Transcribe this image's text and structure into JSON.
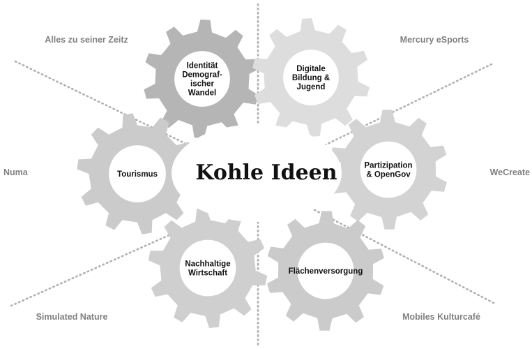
{
  "title": "Kohle Ideen",
  "gears": [
    {
      "id": "identitaet",
      "lines": [
        "Identität",
        "Demograf-",
        "ischer",
        "Wandel"
      ],
      "color": "#b5b5b5"
    },
    {
      "id": "digitale-bildung",
      "lines": [
        "Digitale",
        "Bildung &",
        "Jugend"
      ],
      "color": "#dddddd"
    },
    {
      "id": "tourismus",
      "lines": [
        "Tourismus"
      ],
      "color": "#cbcbcb"
    },
    {
      "id": "partizipation",
      "lines": [
        "Partizipation",
        "& OpenGov"
      ],
      "color": "#d3d3d3"
    },
    {
      "id": "nachhaltige-wirtschaft",
      "lines": [
        "Nachhaltige",
        "Wirtschaft"
      ],
      "color": "#cfcfcf"
    },
    {
      "id": "flaechenversorgung",
      "lines": [
        "Flächenversorgung"
      ],
      "color": "#cbcbcb"
    }
  ],
  "outer_labels": {
    "top_left": "Alles zu seiner Zeitz",
    "top_right": "Mercury eSports",
    "left": "Numa",
    "right": "WeCreate",
    "bottom_left": "Simulated Nature",
    "bottom_right": "Mobiles Kulturcafé"
  }
}
